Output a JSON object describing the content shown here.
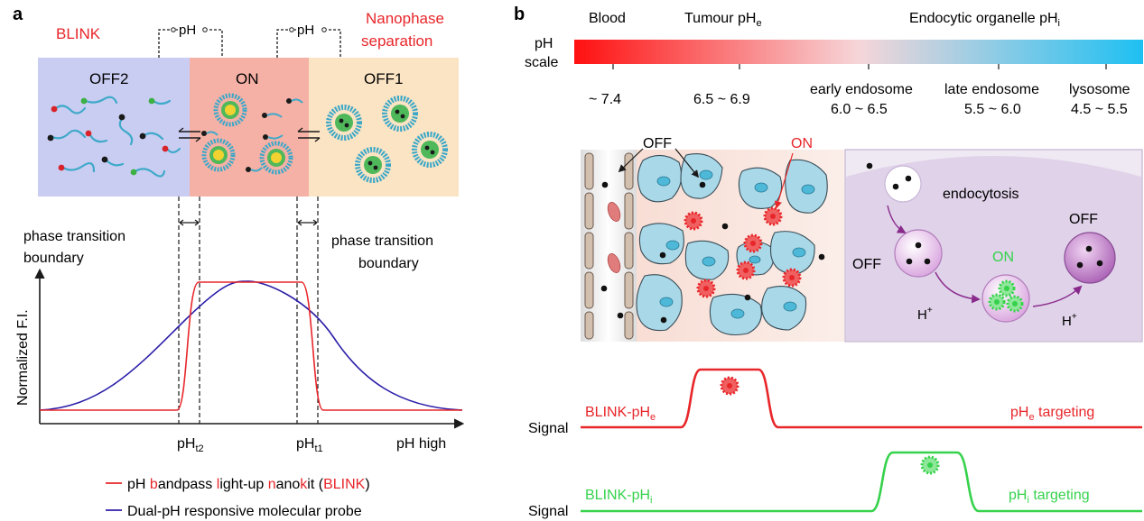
{
  "panel_a": {
    "panel_label": "a",
    "blink_title": "BLINK",
    "nanophase_line1": "Nanophase",
    "nanophase_line2": "separation",
    "ph_switch_left": "pH",
    "ph_switch_right": "pH",
    "state_off2": "OFF2",
    "state_on": "ON",
    "state_off1": "OFF1",
    "phase_left_line1": "phase transition",
    "phase_left_line2": "boundary",
    "phase_right_line1": "phase transition",
    "phase_right_line2": "boundary",
    "ylabel": "Normalized F.I.",
    "xlabel": "pH high",
    "pht2_base": "pH",
    "pht2_sub": "t2",
    "pht1_base": "pH",
    "pht1_sub": "t1",
    "legend_blink": {
      "p1": "pH ",
      "r1": "b",
      "p2": "andpass ",
      "r2": "l",
      "p3": "ight-up ",
      "r3": "n",
      "p4": "ano",
      "r4": "k",
      "p5": "it (",
      "r5": "BLINK",
      "p6": ")"
    },
    "legend_probe": "Dual-pH responsive molecular probe",
    "colors": {
      "blink_curve": "#e8262a",
      "probe_curve": "#2b1fa8"
    }
  },
  "panel_b": {
    "panel_label": "b",
    "scale_label_1": "pH",
    "scale_label_2": "scale",
    "blood": "Blood",
    "tumour_base": "Tumour pH",
    "tumour_sub": "e",
    "organelle_base": "Endocytic organelle pH",
    "organelle_sub": "i",
    "ph_blood": "~ 7.4",
    "ph_tumour": "6.5 ~ 6.9",
    "early_endosome": "early endosome",
    "early_range": "6.0 ~ 6.5",
    "late_endosome": "late endosome",
    "late_range": "5.5 ~ 6.0",
    "lysosome": "lysosome",
    "lyso_range": "4.5 ~ 5.5",
    "off_label": "OFF",
    "on_label": "ON",
    "endocytosis": "endocytosis",
    "cell_off_left": "OFF",
    "cell_on": "ON",
    "cell_off_right": "OFF",
    "hplus_1": "H",
    "hplus_2": "H",
    "signal_1": "Signal",
    "signal_2": "Signal",
    "blink_phe_base": "BLINK-pH",
    "blink_phe_sub": "e",
    "blink_phi_base": "BLINK-pH",
    "blink_phi_sub": "i",
    "phe_targeting_base": "pH",
    "phe_targeting_sub": "e",
    "phe_targeting_rest": " targeting",
    "phi_targeting_base": "pH",
    "phi_targeting_sub": "i",
    "phi_targeting_rest": " targeting",
    "colors": {
      "scale_start": "#ff1010",
      "scale_mid": "#f6d6d9",
      "scale_end": "#1ec0f2",
      "red_signal": "#e8262a",
      "green_signal": "#36d24c"
    }
  }
}
